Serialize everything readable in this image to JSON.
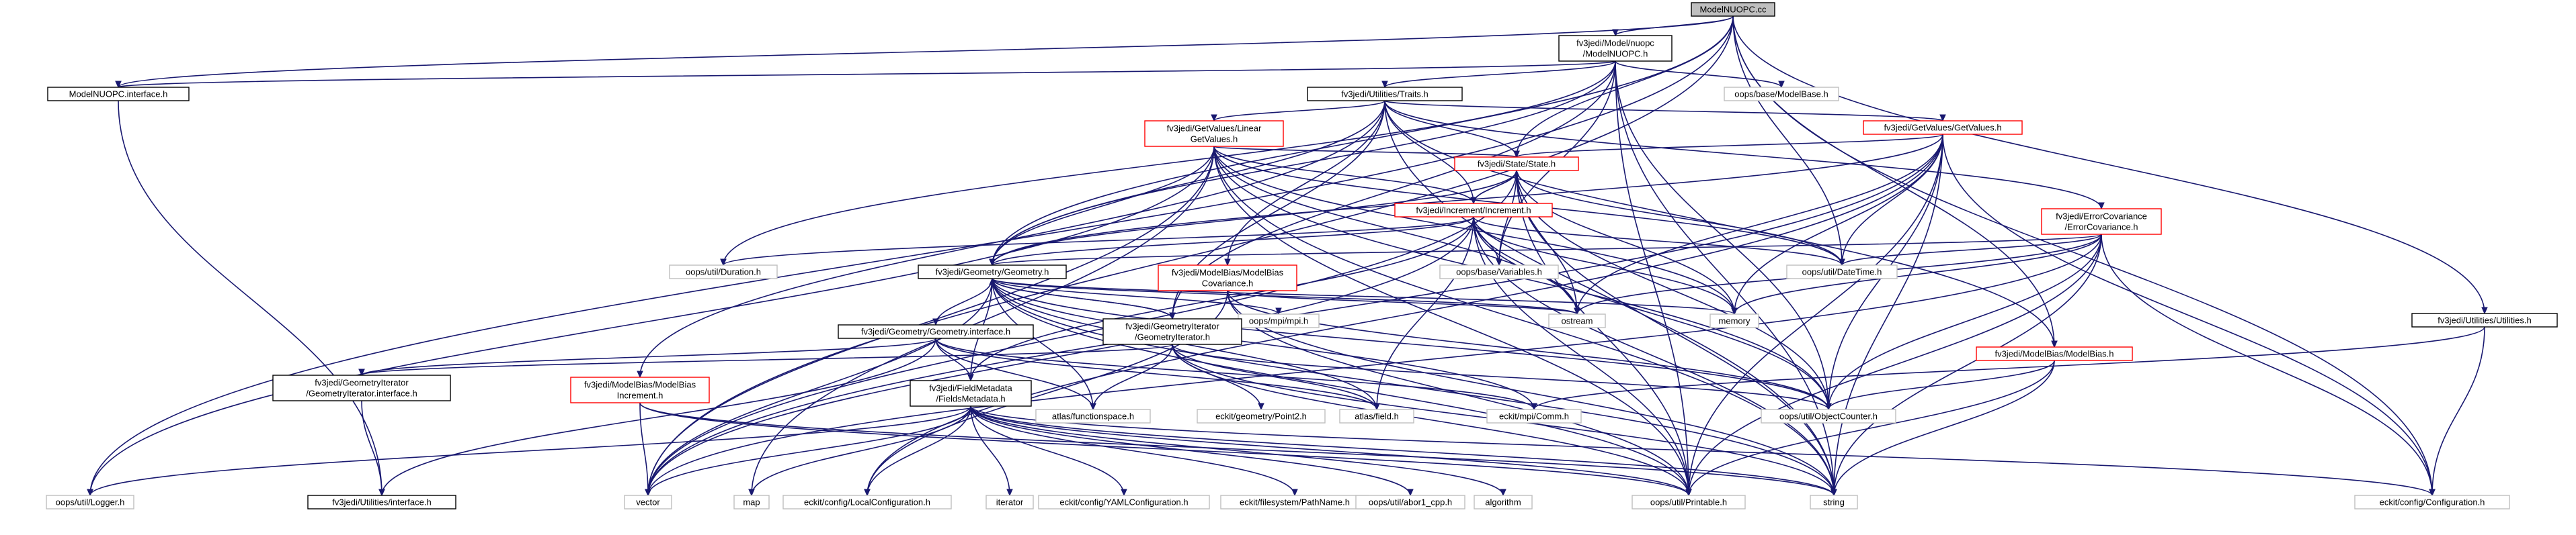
{
  "diagram_type": "include dependency graph",
  "colors": {
    "edge": "#191970",
    "node_border": "#000000",
    "node_red_border": "#ff0000",
    "node_gray_border": "#bfbfbf",
    "root_fill": "#bfbfbf",
    "node_fill": "#ffffff",
    "text": "#000000"
  },
  "nodes": [
    {
      "id": "root",
      "lines": [
        "ModelNUOPC.cc"
      ],
      "style": "root"
    },
    {
      "id": "mnuopc_h",
      "lines": [
        "fv3jedi/Model/nuopc",
        "/ModelNUOPC.h"
      ],
      "style": "normal"
    },
    {
      "id": "mnuopc_if",
      "lines": [
        "ModelNUOPC.interface.h"
      ],
      "style": "normal"
    },
    {
      "id": "traits",
      "lines": [
        "fv3jedi/Utilities/Traits.h"
      ],
      "style": "normal"
    },
    {
      "id": "modelbase",
      "lines": [
        "oops/base/ModelBase.h"
      ],
      "style": "gray"
    },
    {
      "id": "getvalues_lin",
      "lines": [
        "fv3jedi/GetValues/Linear",
        "GetValues.h"
      ],
      "style": "red"
    },
    {
      "id": "getvalues",
      "lines": [
        "fv3jedi/GetValues/GetValues.h"
      ],
      "style": "red"
    },
    {
      "id": "state",
      "lines": [
        "fv3jedi/State/State.h"
      ],
      "style": "red"
    },
    {
      "id": "increment",
      "lines": [
        "fv3jedi/Increment/Increment.h"
      ],
      "style": "red"
    },
    {
      "id": "errcov",
      "lines": [
        "fv3jedi/ErrorCovariance",
        "/ErrorCovariance.h"
      ],
      "style": "red"
    },
    {
      "id": "duration",
      "lines": [
        "oops/util/Duration.h"
      ],
      "style": "gray"
    },
    {
      "id": "geometry",
      "lines": [
        "fv3jedi/Geometry/Geometry.h"
      ],
      "style": "normal"
    },
    {
      "id": "mbcov",
      "lines": [
        "fv3jedi/ModelBias/ModelBias",
        "Covariance.h"
      ],
      "style": "red"
    },
    {
      "id": "variables",
      "lines": [
        "oops/base/Variables.h"
      ],
      "style": "gray"
    },
    {
      "id": "datetime",
      "lines": [
        "oops/util/DateTime.h"
      ],
      "style": "gray"
    },
    {
      "id": "ostream",
      "lines": [
        "ostream"
      ],
      "style": "gray"
    },
    {
      "id": "memory",
      "lines": [
        "memory"
      ],
      "style": "gray"
    },
    {
      "id": "utilities",
      "lines": [
        "fv3jedi/Utilities/Utilities.h"
      ],
      "style": "normal"
    },
    {
      "id": "modelbias",
      "lines": [
        "fv3jedi/ModelBias/ModelBias.h"
      ],
      "style": "red"
    },
    {
      "id": "mpi",
      "lines": [
        "oops/mpi/mpi.h"
      ],
      "style": "gray"
    },
    {
      "id": "geom_if",
      "lines": [
        "fv3jedi/Geometry/Geometry.interface.h"
      ],
      "style": "normal"
    },
    {
      "id": "geoiter",
      "lines": [
        "fv3jedi/GeometryIterator",
        "/GeometryIterator.h"
      ],
      "style": "normal"
    },
    {
      "id": "geoiter_if",
      "lines": [
        "fv3jedi/GeometryIterator",
        "/GeometryIterator.interface.h"
      ],
      "style": "normal"
    },
    {
      "id": "mbinc",
      "lines": [
        "fv3jedi/ModelBias/ModelBias",
        "Increment.h"
      ],
      "style": "red"
    },
    {
      "id": "fieldmeta",
      "lines": [
        "fv3jedi/FieldMetadata",
        "/FieldsMetadata.h"
      ],
      "style": "normal"
    },
    {
      "id": "functionspace",
      "lines": [
        "atlas/functionspace.h"
      ],
      "style": "gray"
    },
    {
      "id": "point2",
      "lines": [
        "eckit/geometry/Point2.h"
      ],
      "style": "gray"
    },
    {
      "id": "atlasfield",
      "lines": [
        "atlas/field.h"
      ],
      "style": "gray"
    },
    {
      "id": "comm",
      "lines": [
        "eckit/mpi/Comm.h"
      ],
      "style": "gray"
    },
    {
      "id": "objcounter",
      "lines": [
        "oops/util/ObjectCounter.h"
      ],
      "style": "gray"
    },
    {
      "id": "logger",
      "lines": [
        "oops/util/Logger.h"
      ],
      "style": "gray"
    },
    {
      "id": "utilif",
      "lines": [
        "fv3jedi/Utilities/interface.h"
      ],
      "style": "normal"
    },
    {
      "id": "vector",
      "lines": [
        "vector"
      ],
      "style": "gray"
    },
    {
      "id": "map",
      "lines": [
        "map"
      ],
      "style": "gray"
    },
    {
      "id": "localconf",
      "lines": [
        "eckit/config/LocalConfiguration.h"
      ],
      "style": "gray"
    },
    {
      "id": "iterator",
      "lines": [
        "iterator"
      ],
      "style": "gray"
    },
    {
      "id": "yamlconf",
      "lines": [
        "eckit/config/YAMLConfiguration.h"
      ],
      "style": "gray"
    },
    {
      "id": "pathname",
      "lines": [
        "eckit/filesystem/PathName.h"
      ],
      "style": "gray"
    },
    {
      "id": "abor1",
      "lines": [
        "oops/util/abor1_cpp.h"
      ],
      "style": "gray"
    },
    {
      "id": "algorithm",
      "lines": [
        "algorithm"
      ],
      "style": "gray"
    },
    {
      "id": "printable",
      "lines": [
        "oops/util/Printable.h"
      ],
      "style": "gray"
    },
    {
      "id": "string",
      "lines": [
        "string"
      ],
      "style": "gray"
    },
    {
      "id": "configuration",
      "lines": [
        "eckit/config/Configuration.h"
      ],
      "style": "gray"
    }
  ],
  "edges": [
    [
      "root",
      "mnuopc_h"
    ],
    [
      "root",
      "mnuopc_if"
    ],
    [
      "root",
      "state"
    ],
    [
      "root",
      "geometry"
    ],
    [
      "root",
      "modelbias"
    ],
    [
      "root",
      "utilities"
    ],
    [
      "root",
      "datetime"
    ],
    [
      "root",
      "logger"
    ],
    [
      "root",
      "vector"
    ],
    [
      "root",
      "configuration"
    ],
    [
      "mnuopc_h",
      "mnuopc_if"
    ],
    [
      "mnuopc_h",
      "traits"
    ],
    [
      "mnuopc_h",
      "modelbase"
    ],
    [
      "mnuopc_h",
      "geometry"
    ],
    [
      "mnuopc_h",
      "geoiter"
    ],
    [
      "mnuopc_h",
      "variables"
    ],
    [
      "mnuopc_h",
      "string"
    ],
    [
      "mnuopc_h",
      "printable"
    ],
    [
      "mnuopc_h",
      "objcounter"
    ],
    [
      "mnuopc_h",
      "duration"
    ],
    [
      "mnuopc_if",
      "utilif"
    ],
    [
      "traits",
      "getvalues_lin"
    ],
    [
      "traits",
      "getvalues"
    ],
    [
      "traits",
      "state"
    ],
    [
      "traits",
      "increment"
    ],
    [
      "traits",
      "errcov"
    ],
    [
      "traits",
      "geometry"
    ],
    [
      "traits",
      "mbcov"
    ],
    [
      "traits",
      "modelbias"
    ],
    [
      "traits",
      "mbinc"
    ],
    [
      "traits",
      "string"
    ],
    [
      "traits",
      "geoiter"
    ],
    [
      "getvalues_lin",
      "state"
    ],
    [
      "getvalues_lin",
      "increment"
    ],
    [
      "getvalues_lin",
      "geometry"
    ],
    [
      "getvalues_lin",
      "datetime"
    ],
    [
      "getvalues_lin",
      "logger"
    ],
    [
      "getvalues_lin",
      "vector"
    ],
    [
      "getvalues_lin",
      "ostream"
    ],
    [
      "getvalues_lin",
      "string"
    ],
    [
      "getvalues_lin",
      "objcounter"
    ],
    [
      "getvalues_lin",
      "printable"
    ],
    [
      "getvalues_lin",
      "map"
    ],
    [
      "getvalues_lin",
      "memory"
    ],
    [
      "getvalues",
      "state"
    ],
    [
      "getvalues",
      "geometry"
    ],
    [
      "getvalues",
      "datetime"
    ],
    [
      "getvalues",
      "vector"
    ],
    [
      "getvalues",
      "ostream"
    ],
    [
      "getvalues",
      "string"
    ],
    [
      "getvalues",
      "objcounter"
    ],
    [
      "getvalues",
      "printable"
    ],
    [
      "getvalues",
      "memory"
    ],
    [
      "getvalues",
      "configuration"
    ],
    [
      "getvalues",
      "localconf"
    ],
    [
      "state",
      "increment"
    ],
    [
      "state",
      "geometry"
    ],
    [
      "state",
      "datetime"
    ],
    [
      "state",
      "variables"
    ],
    [
      "state",
      "ostream"
    ],
    [
      "state",
      "string"
    ],
    [
      "state",
      "memory"
    ],
    [
      "state",
      "objcounter"
    ],
    [
      "state",
      "printable"
    ],
    [
      "state",
      "vector"
    ],
    [
      "increment",
      "state"
    ],
    [
      "increment",
      "geometry"
    ],
    [
      "increment",
      "datetime"
    ],
    [
      "increment",
      "variables"
    ],
    [
      "increment",
      "duration"
    ],
    [
      "increment",
      "ostream"
    ],
    [
      "increment",
      "string"
    ],
    [
      "increment",
      "memory"
    ],
    [
      "increment",
      "objcounter"
    ],
    [
      "increment",
      "printable"
    ],
    [
      "increment",
      "vector"
    ],
    [
      "increment",
      "atlasfield"
    ],
    [
      "increment",
      "fieldmeta"
    ],
    [
      "errcov",
      "geometry"
    ],
    [
      "errcov",
      "datetime"
    ],
    [
      "errcov",
      "ostream"
    ],
    [
      "errcov",
      "string"
    ],
    [
      "errcov",
      "memory"
    ],
    [
      "errcov",
      "objcounter"
    ],
    [
      "errcov",
      "printable"
    ],
    [
      "errcov",
      "configuration"
    ],
    [
      "errcov",
      "vector"
    ],
    [
      "geometry",
      "geom_if"
    ],
    [
      "geometry",
      "geoiter"
    ],
    [
      "geometry",
      "fieldmeta"
    ],
    [
      "geometry",
      "mpi"
    ],
    [
      "geometry",
      "ostream"
    ],
    [
      "geometry",
      "string"
    ],
    [
      "geometry",
      "memory"
    ],
    [
      "geometry",
      "objcounter"
    ],
    [
      "geometry",
      "printable"
    ],
    [
      "geometry",
      "comm"
    ],
    [
      "geometry",
      "functionspace"
    ],
    [
      "geometry",
      "atlasfield"
    ],
    [
      "geometry",
      "vector"
    ],
    [
      "mbcov",
      "ostream"
    ],
    [
      "mbcov",
      "string"
    ],
    [
      "mbcov",
      "objcounter"
    ],
    [
      "mbcov",
      "printable"
    ],
    [
      "mbcov",
      "localconf"
    ],
    [
      "utilities",
      "comm"
    ],
    [
      "utilities",
      "configuration"
    ],
    [
      "modelbias",
      "objcounter"
    ],
    [
      "modelbias",
      "printable"
    ],
    [
      "modelbias",
      "string"
    ],
    [
      "geom_if",
      "geoiter_if"
    ],
    [
      "geom_if",
      "fieldmeta"
    ],
    [
      "geom_if",
      "functionspace"
    ],
    [
      "geom_if",
      "atlasfield"
    ],
    [
      "geom_if",
      "comm"
    ],
    [
      "geom_if",
      "utilif"
    ],
    [
      "geoiter",
      "geoiter_if"
    ],
    [
      "geoiter",
      "geometry"
    ],
    [
      "geoiter",
      "point2"
    ],
    [
      "geoiter",
      "objcounter"
    ],
    [
      "geoiter",
      "printable"
    ],
    [
      "geoiter",
      "string"
    ],
    [
      "geoiter",
      "functionspace"
    ],
    [
      "geoiter",
      "atlasfield"
    ],
    [
      "geoiter_if",
      "utilif"
    ],
    [
      "mbinc",
      "vector"
    ],
    [
      "mbinc",
      "string"
    ],
    [
      "mbinc",
      "printable"
    ],
    [
      "fieldmeta",
      "vector"
    ],
    [
      "fieldmeta",
      "map"
    ],
    [
      "fieldmeta",
      "localconf"
    ],
    [
      "fieldmeta",
      "iterator"
    ],
    [
      "fieldmeta",
      "yamlconf"
    ],
    [
      "fieldmeta",
      "pathname"
    ],
    [
      "fieldmeta",
      "abor1"
    ],
    [
      "fieldmeta",
      "algorithm"
    ],
    [
      "fieldmeta",
      "printable"
    ],
    [
      "fieldmeta",
      "string"
    ],
    [
      "fieldmeta",
      "logger"
    ],
    [
      "fieldmeta",
      "configuration"
    ]
  ]
}
